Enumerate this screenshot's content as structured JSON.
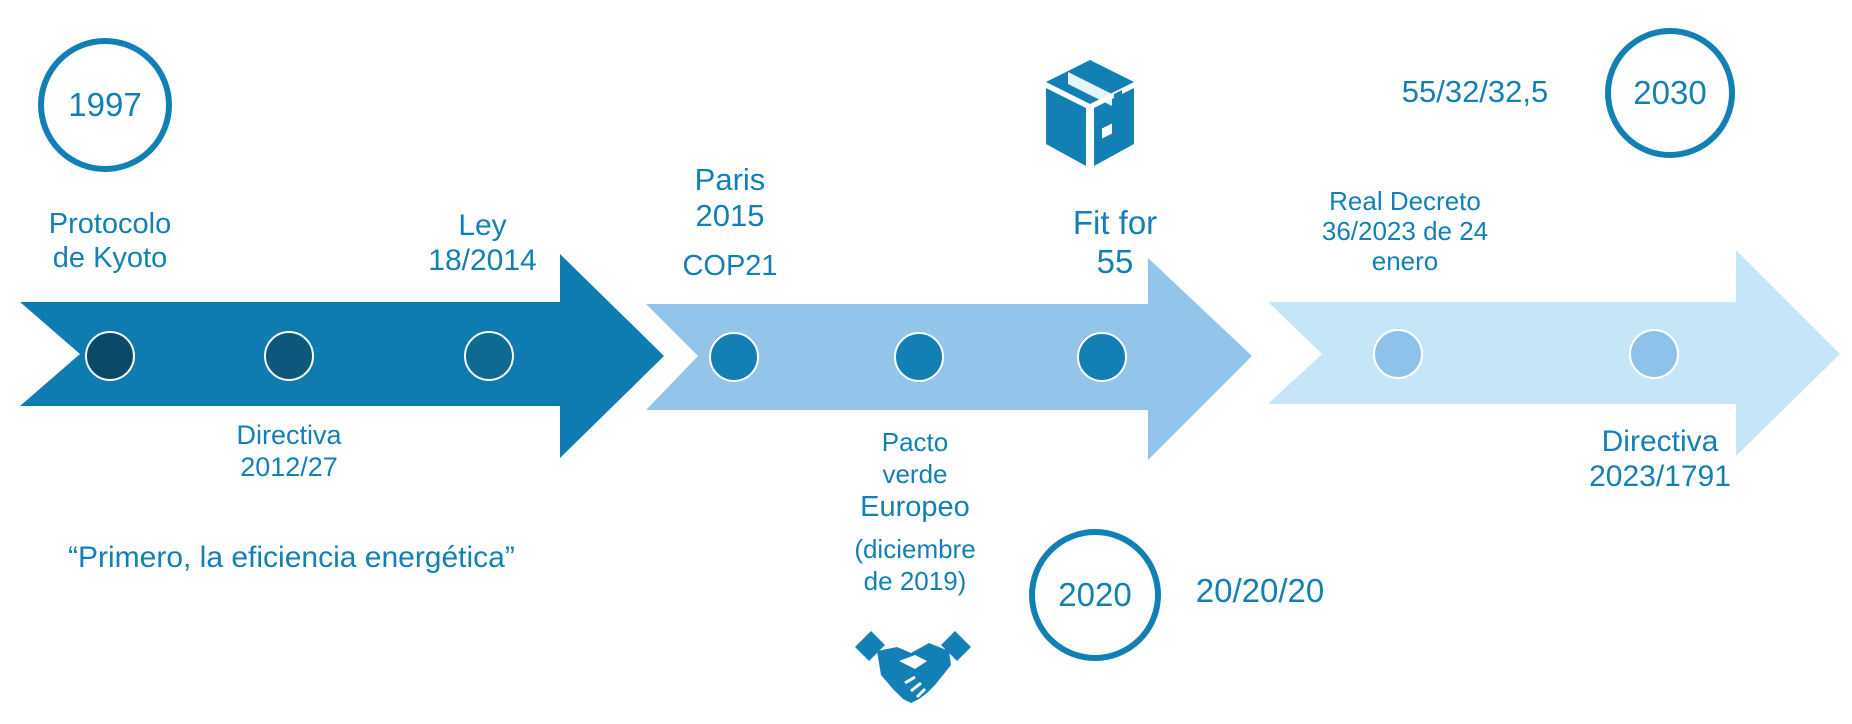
{
  "colors": {
    "text": "#1380b5",
    "arrow1": "#0e7bb1",
    "arrow2": "#92c5e9",
    "arrow3": "#c5e6f7",
    "node_dark1": "#0a4a68",
    "node_dark2": "#0c587c",
    "node_dark3": "#0e6a92",
    "node_mid": "#1380b5",
    "node_light": "#8fc2ea"
  },
  "years": {
    "y1997": "1997",
    "y2020": "2020",
    "y2030": "2030"
  },
  "targets": {
    "t2020": "20/20/20",
    "t2030": "55/32/32,5"
  },
  "labels": {
    "kyoto_1": "Protocolo",
    "kyoto_2": "de Kyoto",
    "ley_1": "Ley",
    "ley_2": "18/2014",
    "directiva2012_1": "Directiva",
    "directiva2012_2": "2012/27",
    "paris_1": "Paris",
    "paris_2": "2015",
    "cop21": "COP21",
    "fitfor_1": "Fit for",
    "fitfor_2": "55",
    "pacto_1": "Pacto",
    "pacto_2": "verde",
    "pacto_3": "Europeo",
    "pacto_4": "(diciembre",
    "pacto_5": "de 2019)",
    "realdecreto_1": "Real Decreto",
    "realdecreto_2": "36/2023 de 24",
    "realdecreto_3": "enero",
    "directiva2023_1": "Directiva",
    "directiva2023_2": "2023/1791"
  },
  "quote": "“Primero, la eficiencia energética”",
  "icons": {
    "top": "box-icon",
    "bottom": "handshake-icon"
  }
}
